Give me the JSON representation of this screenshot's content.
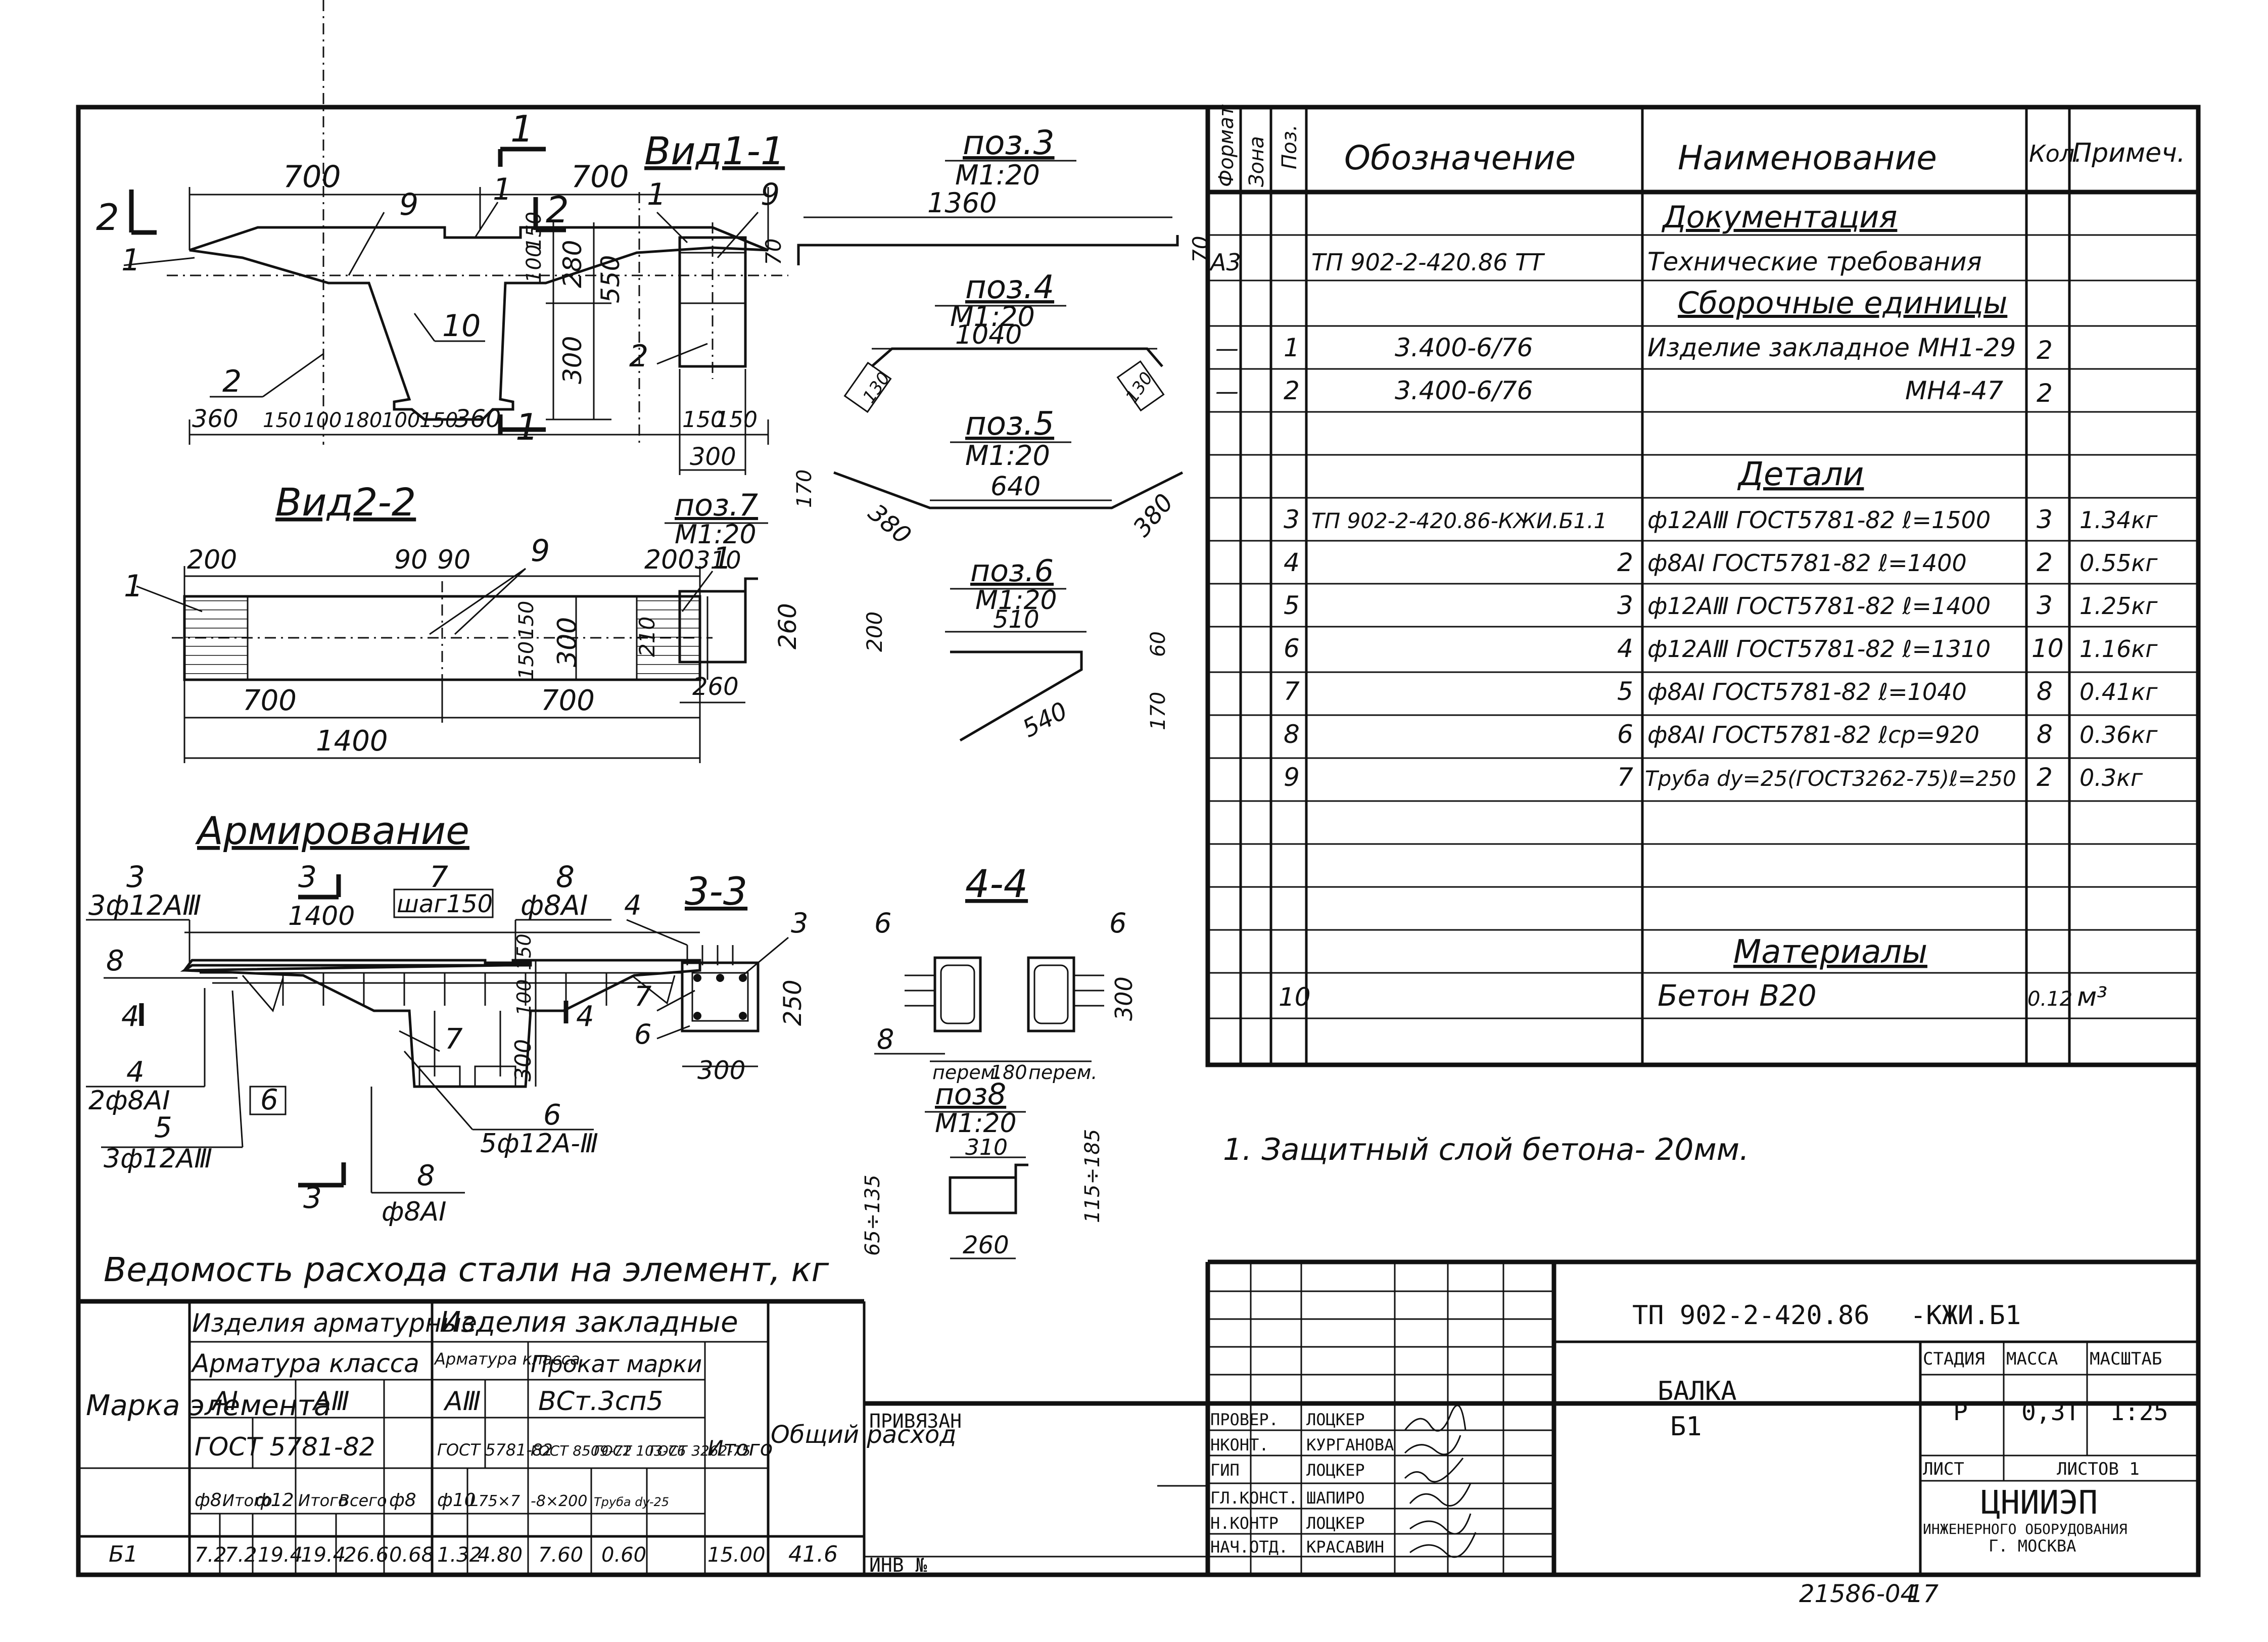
{
  "drawing": {
    "views": {
      "front": {
        "dims_top": [
          "700",
          "700"
        ],
        "dims_right": [
          "100",
          "150",
          "280",
          "550",
          "300"
        ],
        "dims_bottom": [
          "360",
          "150",
          "100",
          "180",
          "100",
          "150",
          "360"
        ],
        "section_mark": "1",
        "section_mark2": "2",
        "callouts": [
          "1",
          "9",
          "1",
          "10",
          "2"
        ]
      },
      "view11": {
        "title": "Вид1-1",
        "callouts": [
          "1",
          "9",
          "2"
        ],
        "dims": [
          "150",
          "150",
          "300"
        ]
      },
      "view22": {
        "title": "Вид2-2",
        "dims_top": [
          "200",
          "90",
          "90",
          "200"
        ],
        "dims_right": [
          "150",
          "150",
          "300"
        ],
        "dims_bottom": [
          "700",
          "700",
          "1400"
        ],
        "callouts": [
          "1",
          "9",
          "1"
        ]
      },
      "pos3": {
        "title": "поз.3",
        "scale": "М1:20",
        "dims": [
          "1360",
          "70",
          "70"
        ]
      },
      "pos4": {
        "title": "поз.4",
        "scale": "М1:20",
        "dims": [
          "1040",
          "130",
          "130"
        ]
      },
      "pos5": {
        "title": "поз.5",
        "scale": "М1:20",
        "dims": [
          "640",
          "380",
          "380",
          "170"
        ]
      },
      "pos6": {
        "title": "поз.6",
        "scale": "М1:20",
        "dims": [
          "510",
          "200",
          "60",
          "540",
          "170"
        ]
      },
      "pos7": {
        "title": "поз.7",
        "scale": "М1:20",
        "dims": [
          "310",
          "210",
          "260",
          "260"
        ]
      },
      "pos8": {
        "title": "поз8",
        "scale": "М1:20",
        "dims": [
          "310",
          "65÷135",
          "115÷185",
          "260"
        ]
      },
      "reinforcement": {
        "title": "Армирование",
        "labels": [
          "3",
          "3ф12АⅢ",
          "3",
          "1400",
          "7",
          "шаг150",
          "8",
          "ф8АⅠ",
          "8",
          "4",
          "4",
          "2ф8АⅠ",
          "6",
          "5",
          "3ф12АⅢ",
          "3",
          "8",
          "ф8АⅠ",
          "7",
          "6",
          "5ф12А-Ⅲ",
          "150",
          "100",
          "300"
        ]
      },
      "sec33": {
        "title": "3-3",
        "labels": [
          "4",
          "3",
          "7",
          "6",
          "250",
          "300"
        ]
      },
      "sec44": {
        "title": "4-4",
        "labels": [
          "6",
          "6",
          "8",
          "перем.",
          "180",
          "перем.",
          "300"
        ]
      }
    },
    "note": "1. Защитный слой бетона- 20мм.",
    "steel_table": {
      "title": "Ведомость расхода стали на элемент, кг",
      "header": {
        "marka": "Марка элемента",
        "group1": "Изделия арматурные",
        "group2": "Изделия закладные",
        "class": "Арматура класса",
        "class2": "Арматура класса",
        "prokat": "Прокат марки",
        "ai": "АⅠ",
        "aiii": "АⅢ",
        "aiii2": "АⅢ",
        "st": "ВСт.3сп5",
        "gost1": "ГОСТ 5781-82",
        "gost2": "ГОСТ 5781-82",
        "gost3": "ГОСТ 8509-72",
        "gost4": "ГОСТ 103-76",
        "gost5": "ГОСТ 3262-75",
        "itogo": "Итого",
        "total": "Общий расход",
        "cols": [
          "ф8",
          "Итого",
          "ф12",
          "Итого",
          "Всего",
          "ф8",
          "ф10",
          "L75×7",
          "-8×200",
          "Труба dy-25"
        ]
      },
      "row": [
        "Б1",
        "7.2",
        "7.2",
        "19.4",
        "19.4",
        "26.6",
        "0.68",
        "1.32",
        "4.80",
        "7.60",
        "0.60",
        "15.00",
        "41.6"
      ]
    },
    "spec": {
      "headers": [
        "Формат",
        "Зона",
        "Поз.",
        "Обозначение",
        "Наименование",
        "Кол.",
        "Примеч."
      ],
      "sections": {
        "doc": "Документация",
        "asm": "Сборочные единицы",
        "det": "Детали",
        "mat": "Материалы"
      },
      "rows": [
        {
          "fmt": "А3",
          "pos": "",
          "code": "ТП 902-2-420.86  ТТ",
          "name": "Технические требования",
          "qty": "",
          "note": ""
        },
        {
          "fmt": "—",
          "pos": "1",
          "code": "3.400-6/76",
          "name": "Изделие закладное МН1-29",
          "qty": "2",
          "note": ""
        },
        {
          "fmt": "—",
          "pos": "2",
          "code": "3.400-6/76",
          "name": "МН4-47",
          "qty": "2",
          "note": ""
        },
        {
          "fmt": "",
          "pos": "3",
          "code": "ТП 902-2-420.86-КЖИ.Б1.1",
          "name": "ф12АⅢ ГОСТ5781-82 ℓ=1500",
          "qty": "3",
          "note": "1.34кг"
        },
        {
          "fmt": "",
          "pos": "4",
          "code": "2",
          "name": "ф8АⅠ ГОСТ5781-82 ℓ=1400",
          "qty": "2",
          "note": "0.55кг"
        },
        {
          "fmt": "",
          "pos": "5",
          "code": "3",
          "name": "ф12АⅢ ГОСТ5781-82 ℓ=1400",
          "qty": "3",
          "note": "1.25кг"
        },
        {
          "fmt": "",
          "pos": "6",
          "code": "4",
          "name": "ф12АⅢ ГОСТ5781-82 ℓ=1310",
          "qty": "10",
          "note": "1.16кг"
        },
        {
          "fmt": "",
          "pos": "7",
          "code": "5",
          "name": "ф8АⅠ ГОСТ5781-82 ℓ=1040",
          "qty": "8",
          "note": "0.41кг"
        },
        {
          "fmt": "",
          "pos": "8",
          "code": "6",
          "name": "ф8АⅠ ГОСТ5781-82 ℓср=920",
          "qty": "8",
          "note": "0.36кг"
        },
        {
          "fmt": "",
          "pos": "9",
          "code": "7",
          "name": "Труба dy=25(ГОСТ3262-75)ℓ=250",
          "qty": "2",
          "note": "0.3кг"
        },
        {
          "fmt": "",
          "pos": "10",
          "code": "",
          "name": "Бетон В20",
          "qty": "0.12",
          "note": "м³"
        }
      ]
    },
    "title_block": {
      "doc_code": "ТП 902-2-420.86",
      "doc_suffix": "-КЖИ.Б1",
      "name1": "БАЛКА",
      "name2": "Б1",
      "privyazan": "ПРИВЯЗАН",
      "inv": "ИНВ №",
      "stage_h": "СТАДИЯ",
      "mass_h": "МАССА",
      "scale_h": "МАСШТАБ",
      "stage": "Р",
      "mass": "0,3Т",
      "scale": "1:25",
      "sheet": "ЛИСТ",
      "sheets": "ЛИСТОВ 1",
      "org1": "ЦНИИЭП",
      "org2": "ИНЖЕНЕРНОГО ОБОРУДОВАНИЯ",
      "org3": "Г. МОСКВА",
      "roles": [
        "ПРОВЕР.",
        "НКОНТ.",
        "ГИП",
        "ГЛ.КОНСТ.",
        "Н.КОНТР",
        "НАЧ.ОТД."
      ],
      "names": [
        "ЛОЦКЕР",
        "КУРГАНОВА",
        "ЛОЦКЕР",
        "ШАПИРО",
        "ЛОЦКЕР",
        "КРАСАВИН"
      ],
      "archive": "21586-04",
      "archive_sheet": "17"
    }
  }
}
